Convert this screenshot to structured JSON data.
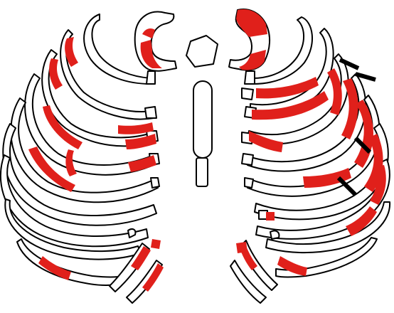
{
  "diagram": {
    "colors": {
      "background": "#ffffff",
      "bone_fill": "#ffffff",
      "bone_outline": "#000000",
      "lesion": "#e0201b",
      "fracture_mark": "#000000"
    },
    "structures": [
      "clavicle-left",
      "clavicle-right",
      "manubrium",
      "sternum-body",
      "xiphoid",
      "ribs-left-1-12",
      "ribs-right-1-12"
    ],
    "lesion_count_left": 14,
    "lesion_count_right": 16,
    "fracture_marks": 4
  }
}
